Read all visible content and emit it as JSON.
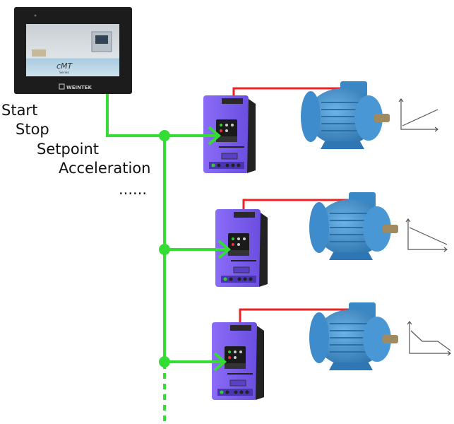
{
  "hmi": {
    "screen_title": "cMT",
    "screen_subtitle": "Series",
    "brand": "WEINTEK"
  },
  "signals": [
    "Start",
    "Stop",
    "Setpoint",
    "Acceleration",
    "......"
  ],
  "colors": {
    "bus": "#33dd33",
    "power": "#ee2222",
    "drive": "#7b5cf0",
    "motor": "#3d8fd0",
    "hmi_bezel": "#1c1c1c"
  },
  "drives": [
    {
      "profile": "ramp-up"
    },
    {
      "profile": "ramp-down"
    },
    {
      "profile": "stepped-decel"
    }
  ]
}
